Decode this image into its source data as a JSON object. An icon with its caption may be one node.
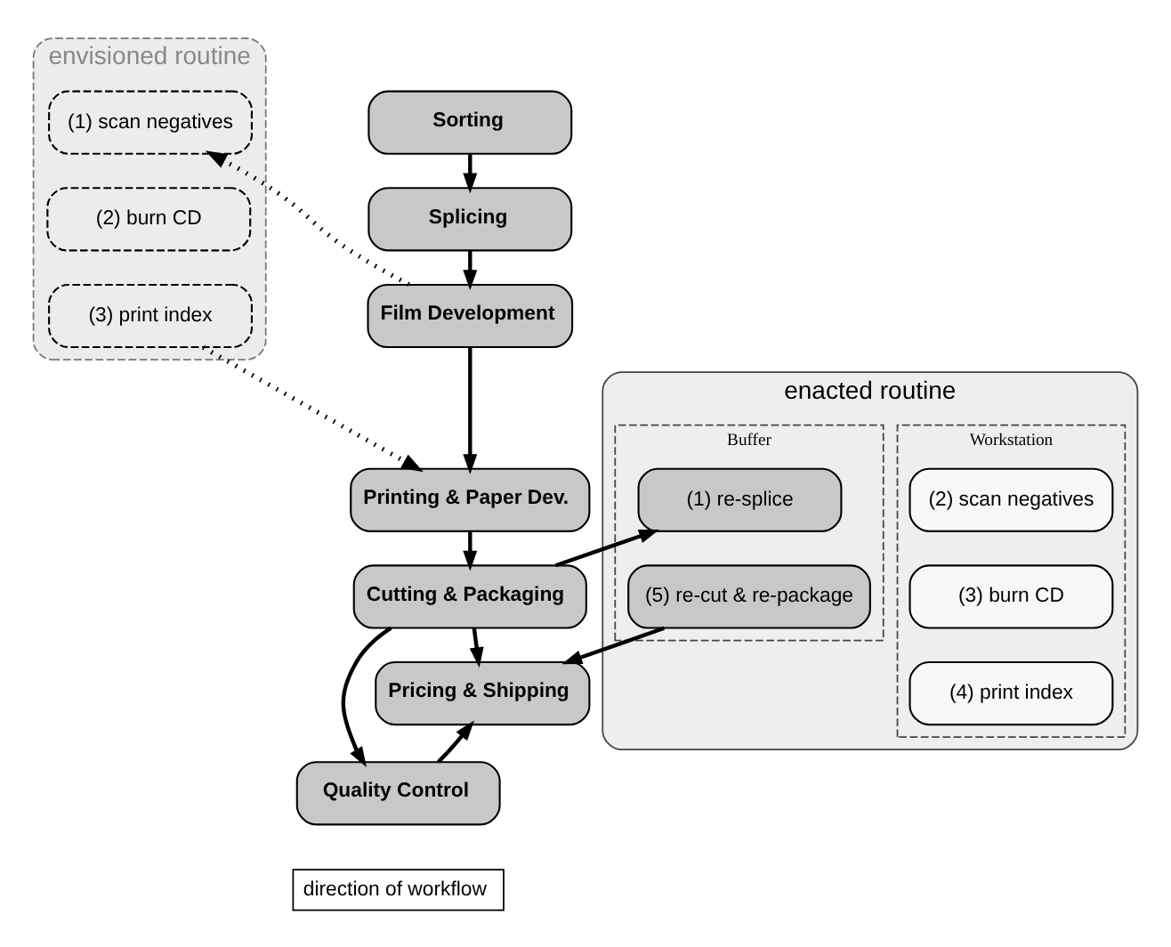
{
  "diagram": {
    "nodes": [
      {
        "text": [
          "Sorting"
        ]
      },
      {
        "text": [
          "Splicing"
        ]
      },
      {
        "text": [
          "Film Development"
        ]
      },
      {
        "text": [
          "Printing & Paper Dev."
        ]
      },
      {
        "text": [
          "Cutting & Packaging"
        ]
      },
      {
        "text": [
          "Pricing & Shipping"
        ]
      },
      {
        "text": [
          "Quality Control"
        ]
      },
      {
        "text": [
          "envisioned routine"
        ]
      },
      {
        "text": [
          "(1) scan negatives"
        ],
        "in": 7
      },
      {
        "text": [
          "(2) burn CD"
        ],
        "in": 7
      },
      {
        "text": [
          "(3) print index"
        ],
        "in": 7
      },
      {
        "text": [
          "enacted routine"
        ]
      },
      {
        "text": [
          "Buffer"
        ],
        "in": 11
      },
      {
        "text": [
          "(1) re-splice"
        ],
        "in": 12
      },
      {
        "text": [
          "(5) re-cut & re-package"
        ],
        "in": 12
      },
      {
        "text": [
          "Workstation"
        ],
        "in": 11
      },
      {
        "text": [
          "(2) scan negatives"
        ],
        "in": 15
      },
      {
        "text": [
          "(3) burn CD"
        ],
        "in": 15
      },
      {
        "text": [
          "(4) print index"
        ],
        "in": 15
      }
    ],
    "edges": [
      {
        "from": 0,
        "to": 1,
        "arrow": "to"
      },
      {
        "from": 1,
        "to": 2,
        "arrow": "to"
      },
      {
        "from": 2,
        "to": 3,
        "arrow": "to"
      },
      {
        "from": 3,
        "to": 4,
        "arrow": "to"
      },
      {
        "from": 4,
        "to": 5,
        "arrow": "to"
      },
      {
        "from": 6,
        "to": 5,
        "arrow": "to"
      },
      {
        "from": 4,
        "to": 6,
        "arrow": "to"
      },
      {
        "from": 2,
        "to": 8,
        "arrow": "to",
        "style": "dashed"
      },
      {
        "from": 10,
        "to": 3,
        "arrow": "to",
        "style": "dashed"
      },
      {
        "from": 4,
        "to": 13,
        "arrow": "to"
      },
      {
        "from": 14,
        "to": 5,
        "arrow": "to"
      }
    ],
    "legend": [
      {
        "text": "direction of workflow"
      }
    ]
  }
}
